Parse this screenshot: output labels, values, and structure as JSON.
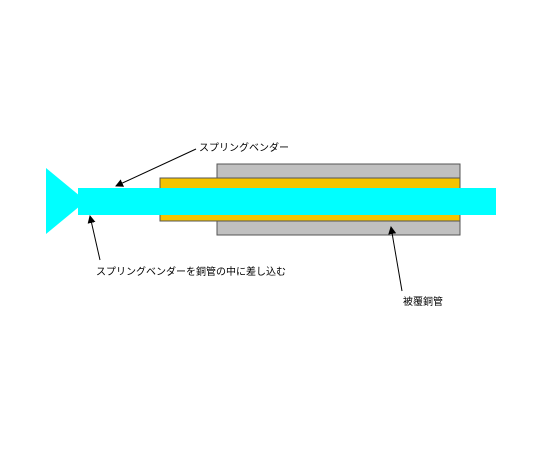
{
  "labels": {
    "spring_bender": "スプリングベンダー",
    "insert_instruction": "スプリングベンダーを銅管の中に差し込む",
    "covered_copper_pipe": "被覆銅管"
  },
  "colors": {
    "cover": "#c0c0c0",
    "copper_pipe": "#f5c400",
    "bender": "#00ffff",
    "outline": "#555555",
    "arrow": "#000000",
    "text": "#000000"
  }
}
